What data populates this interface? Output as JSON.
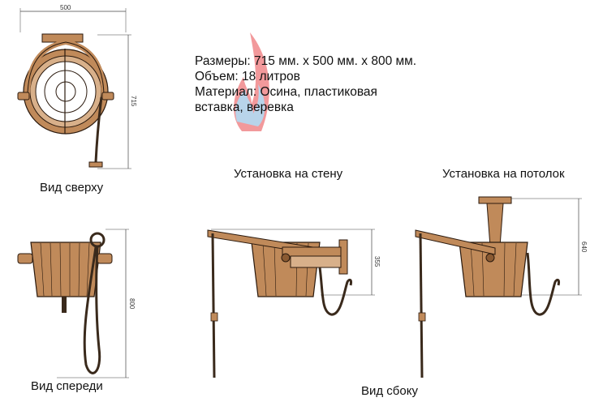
{
  "specs": {
    "size": "Размеры: 715 мм. х 500 мм. х 800 мм.",
    "volume": "Объем: 18 литров",
    "material_1": "Материал: Осина, пластиковая",
    "material_2": "вставка, веревка"
  },
  "views": {
    "top": "Вид сверху",
    "front": "Вид спереди",
    "side": "Вид сбоку",
    "wall": "Установка на стену",
    "ceiling": "Установка на потолок"
  },
  "dimensions": {
    "top_width": "500",
    "top_height": "715",
    "front_height": "800",
    "wall_height": "355",
    "ceiling_height": "640"
  },
  "colors": {
    "wood": "#c08a5a",
    "wood_dark": "#8a5a32",
    "outline": "#2b1a0e",
    "rope": "#3a2a1c",
    "flame_red": "#e8474a",
    "flame_blue": "#7fb1d9"
  }
}
